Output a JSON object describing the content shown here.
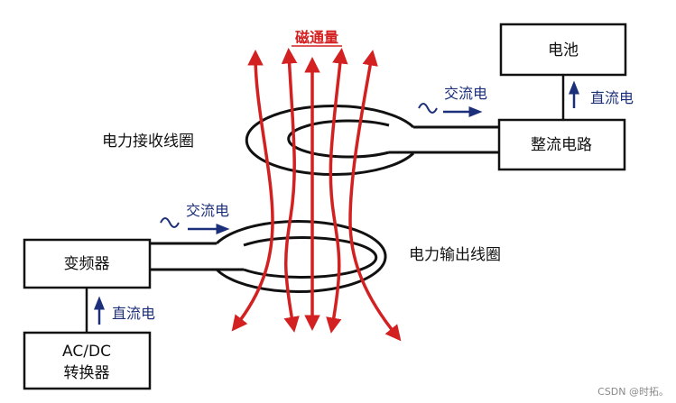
{
  "diagram": {
    "flux_label": "磁通量",
    "receiving_coil_label": "电力接收线圈",
    "transmitting_coil_label": "电力输出线圈",
    "battery_label": "电池",
    "rectifier_label": "整流电路",
    "inverter_label": "变频器",
    "adapter_label_line1": "AC/DC",
    "adapter_label_line2": "转换器",
    "ac_label_top": "交流电",
    "ac_label_bottom": "交流电",
    "dc_label_right": "直流电",
    "dc_label_left": "直流电",
    "watermark": "CSDN @时拓。",
    "colors": {
      "flux": "#d32020",
      "flow_text": "#1c2f7a",
      "outline": "#111111"
    }
  }
}
